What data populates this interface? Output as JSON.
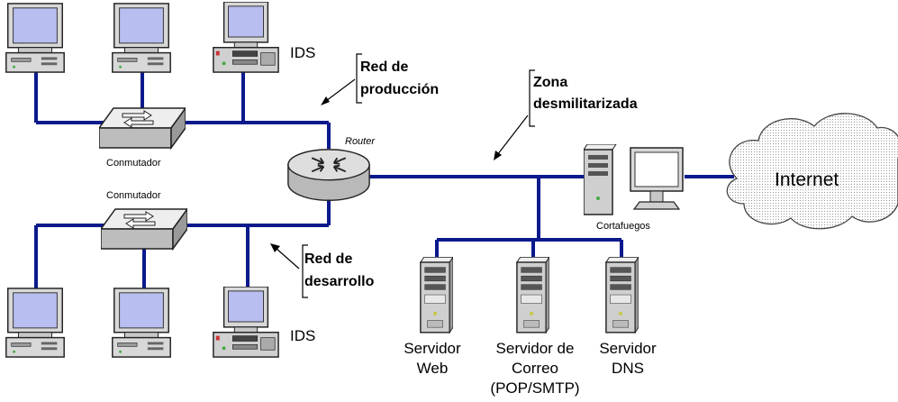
{
  "labels": {
    "ids_top": "IDS",
    "ids_bottom": "IDS",
    "switch_top": "Conmutador",
    "switch_bottom": "Conmutador",
    "router": "Router",
    "red_produccion": [
      "Red de",
      "producción"
    ],
    "red_desarrollo": [
      "Red de",
      "desarrollo"
    ],
    "zona": [
      "Zona",
      "desmilitarizada"
    ],
    "firewall": "Cortafuegos",
    "internet": "Internet",
    "server_web": [
      "Servidor",
      "Web"
    ],
    "server_mail": [
      "Servidor de",
      "Correo",
      "(POP/SMTP)"
    ],
    "server_dns": [
      "Servidor",
      "DNS"
    ]
  },
  "colors": {
    "wire": "#0a1a8c",
    "screen": "#b9bef0",
    "device": "#d4d4d4",
    "cloud_edge": "#555555"
  }
}
